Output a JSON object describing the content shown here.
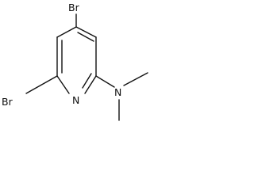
{
  "molecule": {
    "atoms": {
      "br_top": "Br",
      "br_left": "Br",
      "ring_n": "N",
      "amine_n": "N"
    }
  }
}
